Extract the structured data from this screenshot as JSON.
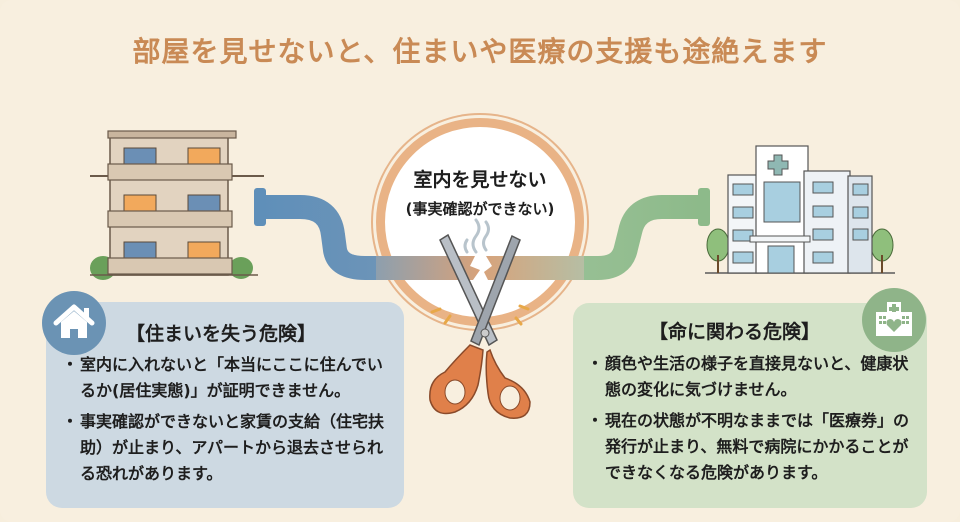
{
  "title": "部屋を見せないと、住まいや医療の支援も途絶えます",
  "center": {
    "line1": "室内を見せない",
    "line2": "(事実確認ができない)"
  },
  "left_card": {
    "icon": "house-icon",
    "title": "【住まいを失う危険】",
    "bullets": [
      "室内に入れないと「本当にここに住んでいるか(居住実態)」が証明できません。",
      "事実確認ができないと家賃の支給（住宅扶助）が止まり、アパートから退去させられる恐れがあります。"
    ]
  },
  "right_card": {
    "icon": "hospital-heart-icon",
    "title": "【命に関わる危険】",
    "bullets": [
      "顔色や生活の様子を直接見ないと、健康状態の変化に気づけません。",
      "現在の状態が不明なままでは「医療券」の発行が止まり、無料で病院にかかることができなくなる危険があります。"
    ]
  },
  "bullet_glyph": "・",
  "colors": {
    "background": "#f8efdf",
    "title": "#c98a55",
    "left_pipe": "#5f8fb9",
    "right_pipe": "#8dba8a",
    "circle_ring": "#e9b386",
    "scissors_handle": "#e0804a",
    "left_card": "#cdd9e2",
    "right_card": "#d3e2c8"
  },
  "illustrations": {
    "left": "apartment-building",
    "right": "hospital-building",
    "center": "scissors-cutting-pipe"
  }
}
